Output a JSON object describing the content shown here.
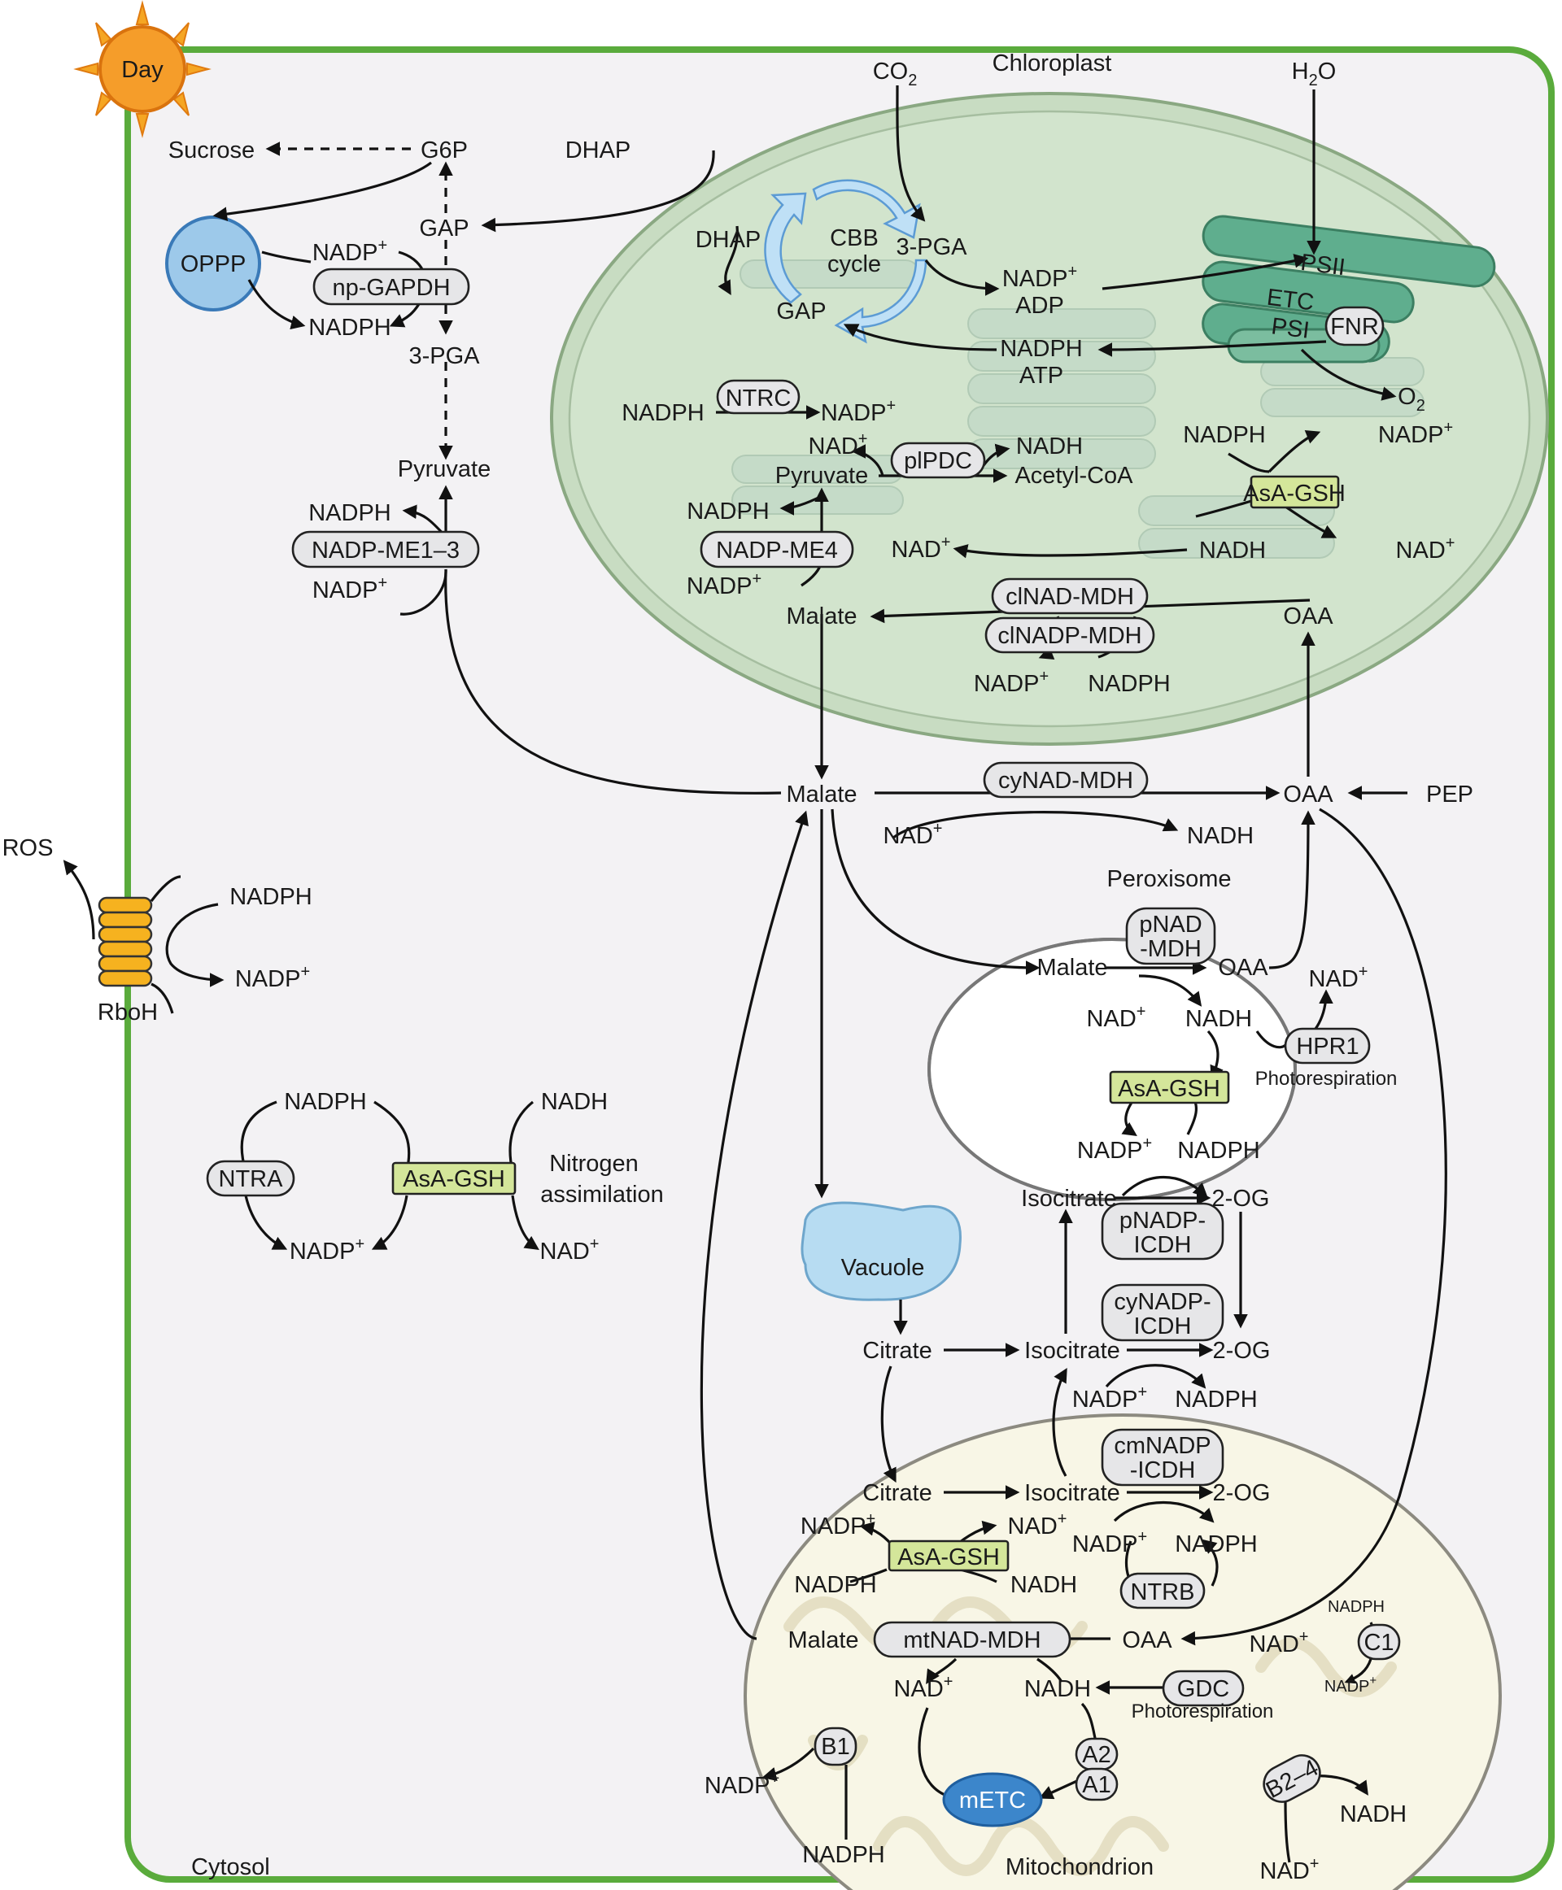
{
  "sun_label": "Day",
  "compartments": {
    "cytosol": "Cytosol",
    "chloroplast": "Chloroplast",
    "peroxisome": "Peroxisome",
    "mitochondrion": "Mitochondrion",
    "vacuole": "Vacuole"
  },
  "colors": {
    "cell_border": "#5aab3c",
    "cytosol_bg": "#f3f2f4",
    "chloroplast_fill": "#c8dcc2",
    "thylakoid": "#5fae8e",
    "oppp_fill": "#9dc9ea",
    "vacuole_fill": "#b7dcf2",
    "metc_fill": "#3c86cb",
    "asa_gsh_fill": "#d4e69a",
    "enzyme_fill": "#e6e6e8",
    "mitochondrion_fill": "#f8f6e6"
  },
  "upper_cytosol": {
    "sucrose": "Sucrose",
    "g6p": "G6P",
    "dhap": "DHAP",
    "gap": "GAP",
    "oppp": "OPPP",
    "nadp": "NADP",
    "np_gapdh": "np-GAPDH",
    "nadph": "NADPH",
    "pga": "3-PGA",
    "pyruvate": "Pyruvate",
    "nadph2": "NADPH",
    "nadp_me13": "NADP-ME1–3",
    "nadp2": "NADP"
  },
  "chloroplast": {
    "co2": "CO",
    "co2_sub": "2",
    "h2o": "H",
    "h2o_sub": "2",
    "h2o_o": "O",
    "dhap": "DHAP",
    "cbb1": "CBB",
    "cbb2": "cycle",
    "pga": "3-PGA",
    "gap": "GAP",
    "nadp": "NADP",
    "adp": "ADP",
    "nadph": "NADPH",
    "atp": "ATP",
    "psii": "PSII",
    "etc": "ETC",
    "fnr": "FNR",
    "psi": "PSI",
    "o2": "O",
    "o2_sub": "2",
    "nadph_ntrc": "NADPH",
    "ntrc": "NTRC",
    "nadp_ntrc": "NADP",
    "nad_plpdc": "NAD",
    "pyruvate": "Pyruvate",
    "plpdc": "plPDC",
    "nadh": "NADH",
    "acetyl_coa": "Acetyl-CoA",
    "nadph_asa": "NADPH",
    "nadp_asa": "NADP",
    "asa_gsh": "AsA-GSH",
    "nadh_asa": "NADH",
    "nad_asa": "NAD",
    "nadph_me4": "NADPH",
    "nadp_me4": "NADP-ME4",
    "nadp_me4_in": "NADP",
    "nad_mdh": "NAD",
    "clnad_mdh": "clNAD-MDH",
    "clnadp_mdh": "clNADP-MDH",
    "malate": "Malate",
    "oaa": "OAA",
    "nadp_bottom": "NADP",
    "nadph_bottom": "NADPH"
  },
  "middle": {
    "malate": "Malate",
    "cynad_mdh": "cyNAD-MDH",
    "oaa": "OAA",
    "pep": "PEP",
    "nad": "NAD",
    "nadh": "NADH"
  },
  "rboh": {
    "ros": "ROS",
    "nadph": "NADPH",
    "nadp": "NADP",
    "label": "RboH"
  },
  "nitrogen": {
    "nadph": "NADPH",
    "ntra": "NTRA",
    "nadp": "NADP",
    "asa_gsh": "AsA-GSH",
    "nadh": "NADH",
    "nad": "NAD",
    "nitrogen1": "Nitrogen",
    "nitrogen2": "assimilation"
  },
  "peroxisome": {
    "malate": "Malate",
    "pnad1": "pNAD",
    "pnad2": "-MDH",
    "oaa": "OAA",
    "nad_out": "NAD",
    "nad": "NAD",
    "nadh": "NADH",
    "hpr1": "HPR1",
    "photorespiration": "Photorespiration",
    "asa_gsh": "AsA-GSH",
    "nadp": "NADP",
    "nadph": "NADPH",
    "isocitrate": "Isocitrate",
    "og": "2-OG",
    "pnadp1": "pNADP-",
    "pnadp2": "ICDH"
  },
  "cytosol_tca": {
    "citrate": "Citrate",
    "isocitrate": "Isocitrate",
    "og": "2-OG",
    "cynadp1": "cyNADP-",
    "cynadp2": "ICDH",
    "nadp": "NADP",
    "nadph": "NADPH"
  },
  "mitochondrion": {
    "citrate": "Citrate",
    "isocitrate": "Isocitrate",
    "og": "2-OG",
    "cmnadp1": "cmNADP",
    "cmnadp2": "-ICDH",
    "nadp_asa": "NADP",
    "asa_gsh": "AsA-GSH",
    "nad_asa": "NAD",
    "nadph_asa": "NADPH",
    "nadh_asa": "NADH",
    "nadp_icdh": "NADP",
    "nadph_icdh": "NADPH",
    "ntrb": "NTRB",
    "malate": "Malate",
    "mtnad_mdh": "mtNAD-MDH",
    "oaa": "OAA",
    "nad_mdh": "NAD",
    "nadh_mdh": "NADH",
    "gdc": "GDC",
    "photorespiration": "Photorespiration",
    "nad_gdc": "NAD",
    "c1": "C1",
    "c1_nadph": "NADPH",
    "c1_nadp": "NADP",
    "a2": "A2",
    "a1": "A1",
    "metc": "mETC",
    "b1": "B1",
    "b1_nadp": "NADP",
    "b1_nadph": "NADPH",
    "b24": "B2–4",
    "b24_nadh": "NADH",
    "b24_nad": "NAD"
  },
  "sup_plus": "+"
}
